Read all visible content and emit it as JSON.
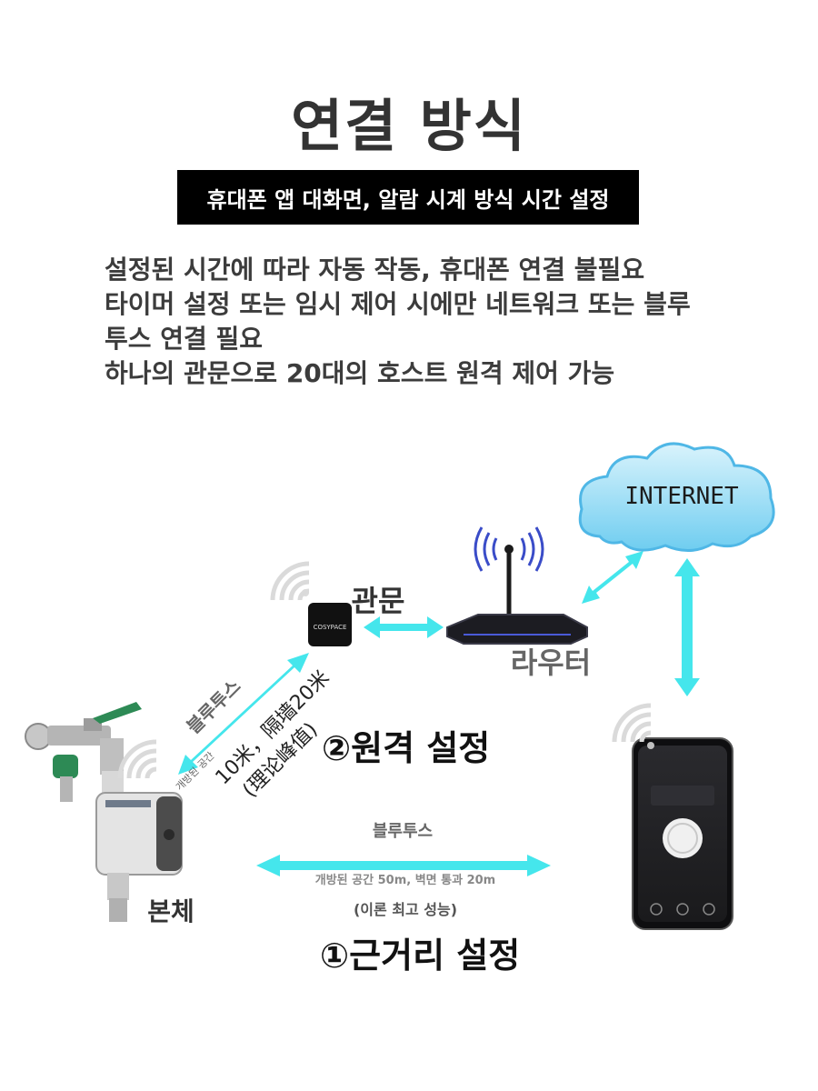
{
  "title": "연결 방식",
  "banner": "휴대폰 앱 대화면, 알람 시계 방식 시간 설정",
  "description": [
    "설정된 시간에 따라 자동 작동, 휴대폰 연결 불필요",
    "타이머 설정 또는 임시 제어 시에만 네트워크 또는 블루",
    "투스 연결 필요",
    "하나의 관문으로 20대의 호스트 원격 제어 가능"
  ],
  "diagram": {
    "internet": "INTERNET",
    "router": "라우터",
    "gateway": "관문",
    "gateway_logo": "COSYPACE",
    "body": "본체",
    "bt_diag_label": "블루투스",
    "bt_diag_range": "10米，隔墙20米",
    "bt_diag_theory": "(理论峰值)",
    "bt_diag_small": "개방된 공간",
    "remote_setting": "②원격 설정",
    "near_setting": "①근거리 설정",
    "bt_horiz_label": "블루투스",
    "bt_horiz_range": "개방된 공간 50m, 벽면 통과 20m",
    "bt_horiz_theory": "(이론 최고 성능)",
    "arrow_color": "#45e6ec"
  }
}
